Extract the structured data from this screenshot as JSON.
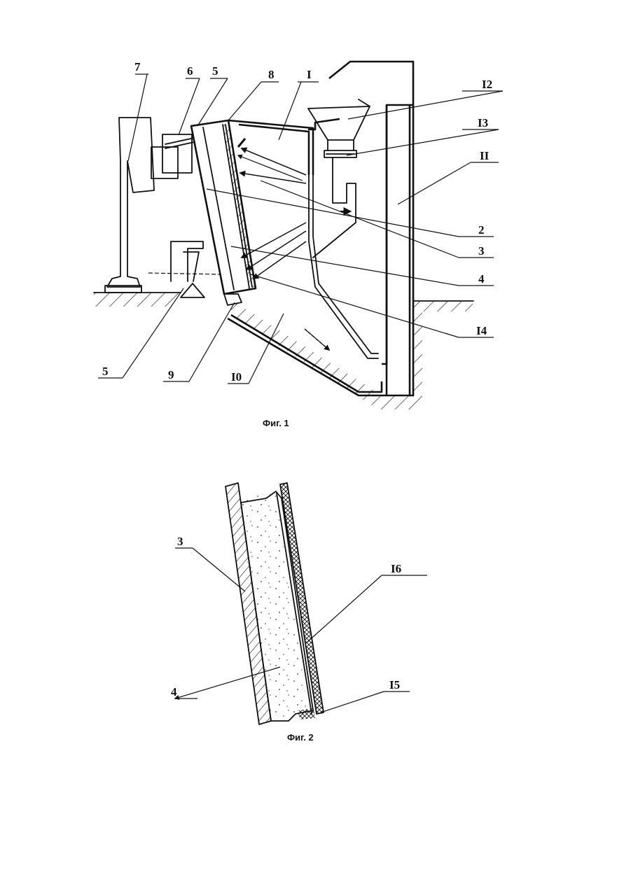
{
  "figure1": {
    "caption": "Фиг. 1",
    "labels": {
      "l7": "7",
      "l6": "6",
      "l5a": "5",
      "l8": "8",
      "lI": "I",
      "l12": "I2",
      "l13": "I3",
      "l11": "II",
      "l2": "2",
      "l3": "3",
      "l4": "4",
      "l14": "I4",
      "l5b": "5",
      "l9": "9",
      "l10": "I0"
    }
  },
  "figure2": {
    "caption": "Фиг. 2",
    "labels": {
      "l3": "3",
      "l16": "I6",
      "l4": "4",
      "l15": "I5"
    }
  }
}
